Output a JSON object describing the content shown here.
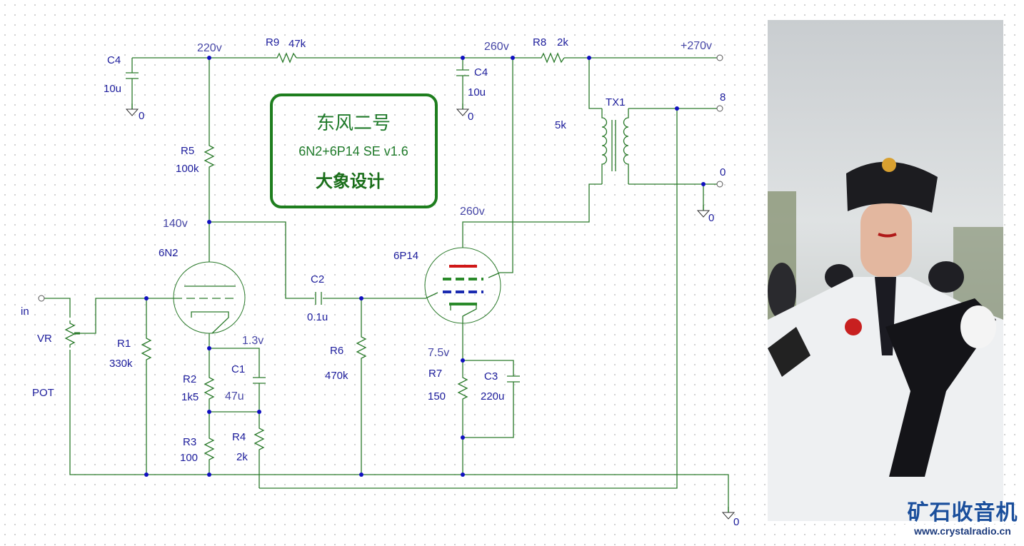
{
  "title_box": {
    "title_cn": "东风二号",
    "subtitle": "6N2+6P14 SE v1.6",
    "designer": "大象设计"
  },
  "colors": {
    "wire": "#2a7a2a",
    "label": "#1c1c9c",
    "node": "#1010c0",
    "anode": "#d01818",
    "screen_grid": "#2a8a2a",
    "control_grid": "#1a2ab0"
  },
  "components": {
    "c4_left": {
      "ref": "C4",
      "value": "10u"
    },
    "c4_right": {
      "ref": "C4",
      "value": "10u"
    },
    "r9": {
      "ref": "R9",
      "value": "47k"
    },
    "r8": {
      "ref": "R8",
      "value": "2k"
    },
    "r5": {
      "ref": "R5",
      "value": "100k"
    },
    "r1": {
      "ref": "R1",
      "value": "330k"
    },
    "r2": {
      "ref": "R2",
      "value": "1k5"
    },
    "r3": {
      "ref": "R3",
      "value": "100"
    },
    "r4": {
      "ref": "R4",
      "value": "2k"
    },
    "c1": {
      "ref": "C1",
      "value": "47u"
    },
    "c2": {
      "ref": "C2",
      "value": "0.1u"
    },
    "r6": {
      "ref": "R6",
      "value": "470k"
    },
    "r7": {
      "ref": "R7",
      "value": "150"
    },
    "c3": {
      "ref": "C3",
      "value": "220u"
    },
    "vr": {
      "ref": "VR",
      "value": "POT"
    },
    "tx1": {
      "ref": "TX1",
      "value": "5k"
    },
    "v1": {
      "ref": "6N2"
    },
    "v2": {
      "ref": "6P14"
    }
  },
  "voltages": {
    "v220": "220v",
    "v260_top": "260v",
    "v270": "+270v",
    "v140": "140v",
    "v260_anode": "260v",
    "v1_3": "1.3v",
    "v7_5": "7.5v"
  },
  "terminals": {
    "input": "in",
    "out_8": "8",
    "out_0": "0"
  },
  "ground_label": "0",
  "watermark": {
    "name_cn": "矿石收音机",
    "url": "www.crystalradio.cn"
  }
}
